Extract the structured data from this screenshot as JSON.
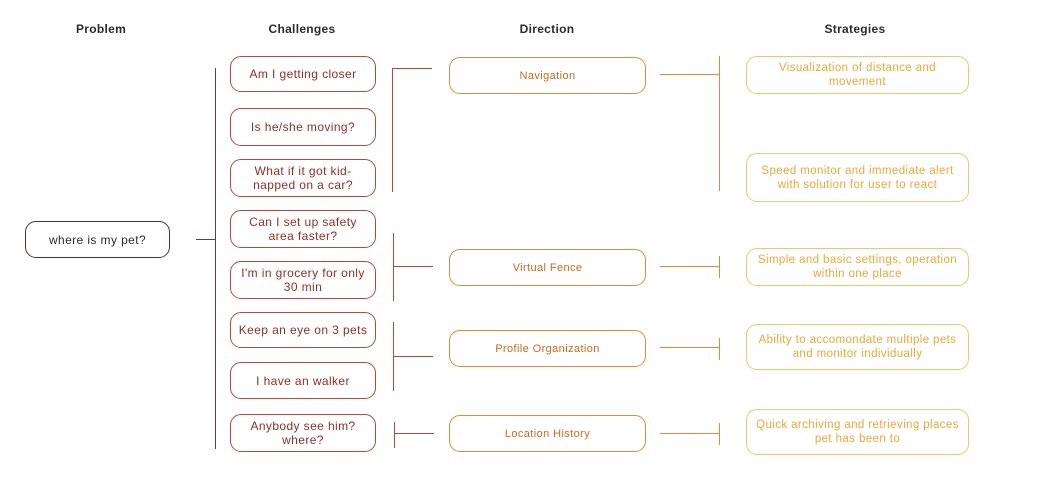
{
  "headers": {
    "problem": "Problem",
    "challenges": "Challenges",
    "direction": "Direction",
    "strategies": "Strategies"
  },
  "problem": "where is my pet?",
  "challenges": [
    "Am I getting closer",
    "Is he/she moving?",
    "What if it got kid-napped on a car?",
    "Can I set up safety area faster?",
    "I'm in grocery for only 30 min",
    "Keep an eye on 3 pets",
    "I have an walker",
    "Anybody see him? where?"
  ],
  "directions": [
    "Navigation",
    "Virtual Fence",
    "Profile Organization",
    "Location History"
  ],
  "strategies": [
    "Visualization of distance and movement",
    "Speed monitor and immediate alert with solution for user to react",
    "Simple and basic settings, operation within one place",
    "Ability to accomondate multiple pets and monitor individually",
    "Quick archiving and retrieving places pet has been to"
  ],
  "colors": {
    "problem": "#5a2e2e",
    "challenge": "#b04a3e",
    "direction": "#e08a3c",
    "strategy": "#f3c56a"
  }
}
